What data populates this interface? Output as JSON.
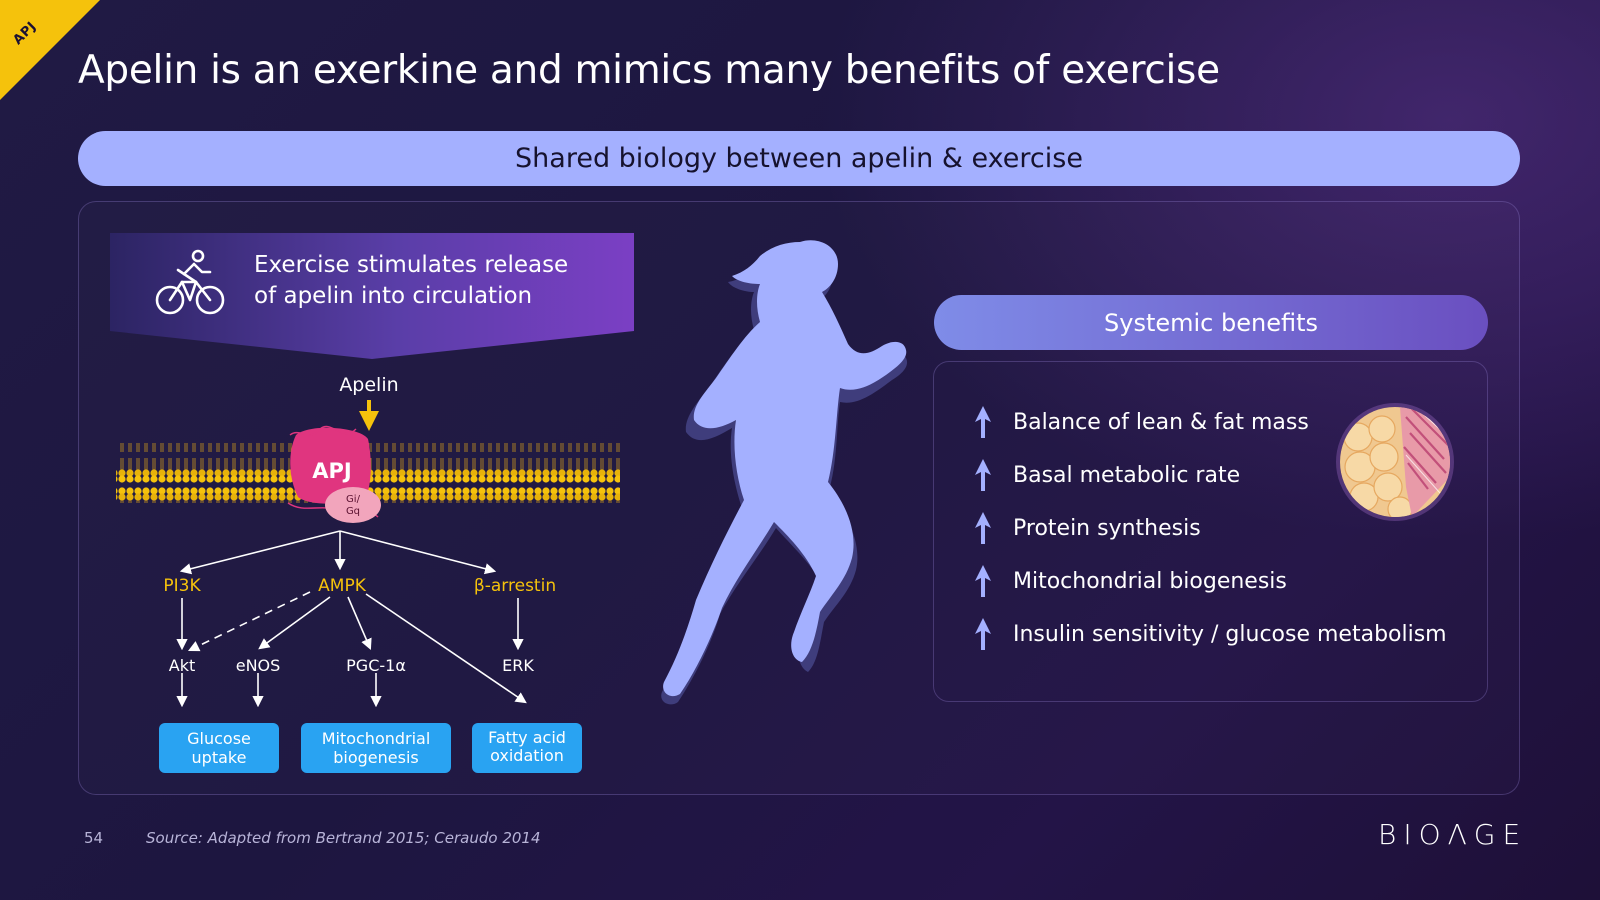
{
  "corner_tag": "APJ",
  "title": "Apelin is an exerkine and mimics many benefits of exercise",
  "banner": "Shared biology between apelin & exercise",
  "exercise_box": {
    "line1": "Exercise stimulates release",
    "line2": "of apelin into circulation",
    "icon": "cyclist-icon"
  },
  "pathway": {
    "ligand": "Apelin",
    "receptor": "APJ",
    "g_protein_line1": "Gi/",
    "g_protein_line2": "Gq",
    "nodes": {
      "pi3k": "PI3K",
      "ampk": "AMPK",
      "arrestin": "β-arrestin",
      "akt": "Akt",
      "enos": "eNOS",
      "pgc": "PGC-1α",
      "erk": "ERK"
    },
    "outcomes": [
      {
        "line1": "Glucose",
        "line2": "uptake"
      },
      {
        "line1": "Mitochondrial",
        "line2": "biogenesis"
      },
      {
        "line1": "Fatty acid",
        "line2": "oxidation"
      }
    ],
    "colors": {
      "node_label": "#f5c20c",
      "outcome_box": "#29a3f2",
      "receptor": "#e0357f",
      "g_protein": "#f2a5bc",
      "membrane": "#f5c20c"
    }
  },
  "runner_icon": "runner-silhouette-icon",
  "systemic_benefits": {
    "header": "Systemic benefits",
    "items": [
      "Balance of lean & fat mass",
      "Basal metabolic rate",
      "Protein synthesis",
      "Mitochondrial biogenesis",
      "Insulin sensitivity / glucose metabolism"
    ],
    "arrow_icon": "up-arrow-icon",
    "image": "muscle-fat-tissue-icon"
  },
  "footer": {
    "page_number": "54",
    "source": "Source: Adapted from Bertrand 2015; Ceraudo 2014",
    "logo": "BIOΛGE"
  },
  "colors": {
    "accent_yellow": "#f5c20c",
    "banner": "#a4b0ff",
    "background": "#1f1843",
    "benefit_arrow": "#a4b0ff"
  }
}
